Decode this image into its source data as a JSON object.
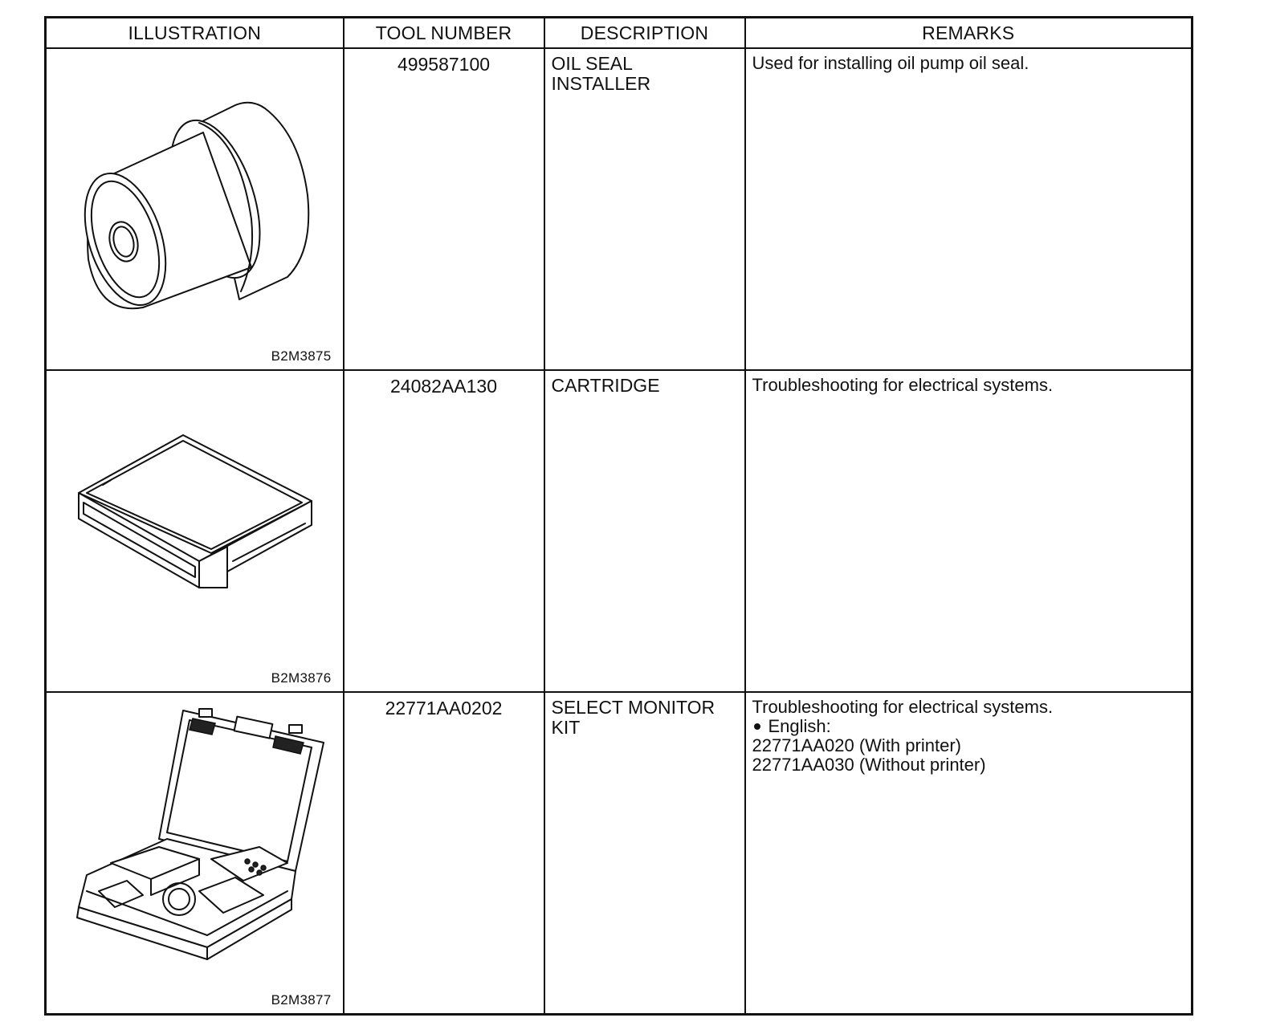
{
  "table": {
    "headers": {
      "illustration": "ILLUSTRATION",
      "tool_number": "TOOL NUMBER",
      "description": "DESCRIPTION",
      "remarks": "REMARKS"
    },
    "rows": [
      {
        "illustration_code": "B2M3875",
        "illustration_icon": "oil-seal-installer-drawing",
        "tool_number": "499587100",
        "description": "OIL SEAL\nINSTALLER",
        "remarks": [
          "Used for installing oil pump oil seal."
        ]
      },
      {
        "illustration_code": "B2M3876",
        "illustration_icon": "cartridge-drawing",
        "tool_number": "24082AA130",
        "description": "CARTRIDGE",
        "remarks": [
          "Troubleshooting for electrical systems."
        ]
      },
      {
        "illustration_code": "B2M3877",
        "illustration_icon": "select-monitor-kit-drawing",
        "tool_number": "22771AA0202",
        "description": "SELECT MONITOR\nKIT",
        "remarks": [
          "Troubleshooting for electrical systems."
        ],
        "remarks_bullet": "English:",
        "remarks_after": [
          "22771AA020 (With printer)",
          "22771AA030 (Without printer)"
        ]
      }
    ]
  }
}
